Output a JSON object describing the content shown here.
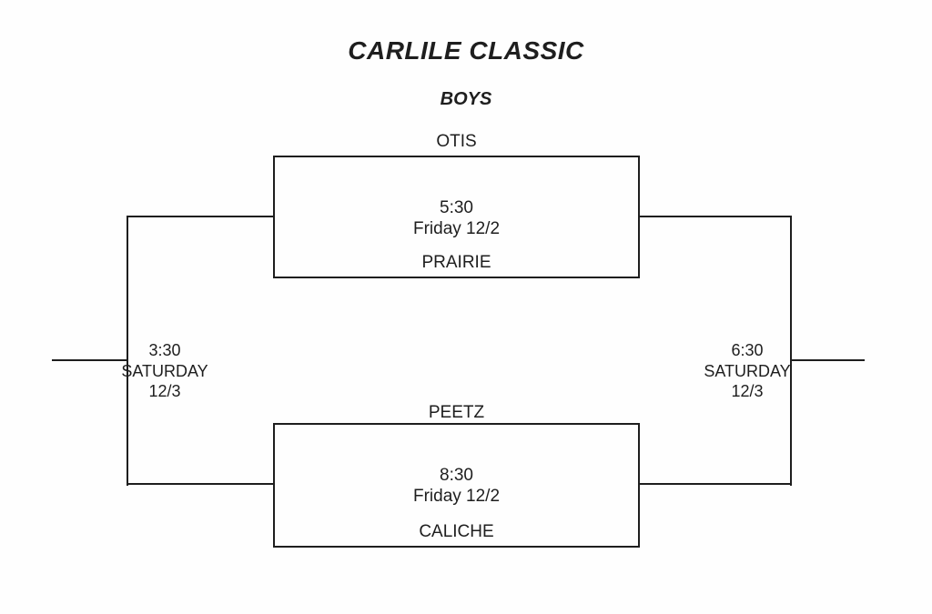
{
  "header": {
    "title": "CARLILE CLASSIC",
    "division": "BOYS"
  },
  "games": {
    "semifinal_top": {
      "team_top": "OTIS",
      "time": "5:30",
      "date": "Friday 12/2",
      "team_bottom": "PRAIRIE"
    },
    "semifinal_bottom": {
      "team_top": "PEETZ",
      "time": "8:30",
      "date": "Friday 12/2",
      "team_bottom": "CALICHE"
    },
    "left_game": {
      "time": "3:30",
      "day": "SATURDAY",
      "date": "12/3"
    },
    "right_game": {
      "time": "6:30",
      "day": "SATURDAY",
      "date": "12/3"
    }
  },
  "colors": {
    "line": "#1e1e1e",
    "background": "#fefefe"
  }
}
